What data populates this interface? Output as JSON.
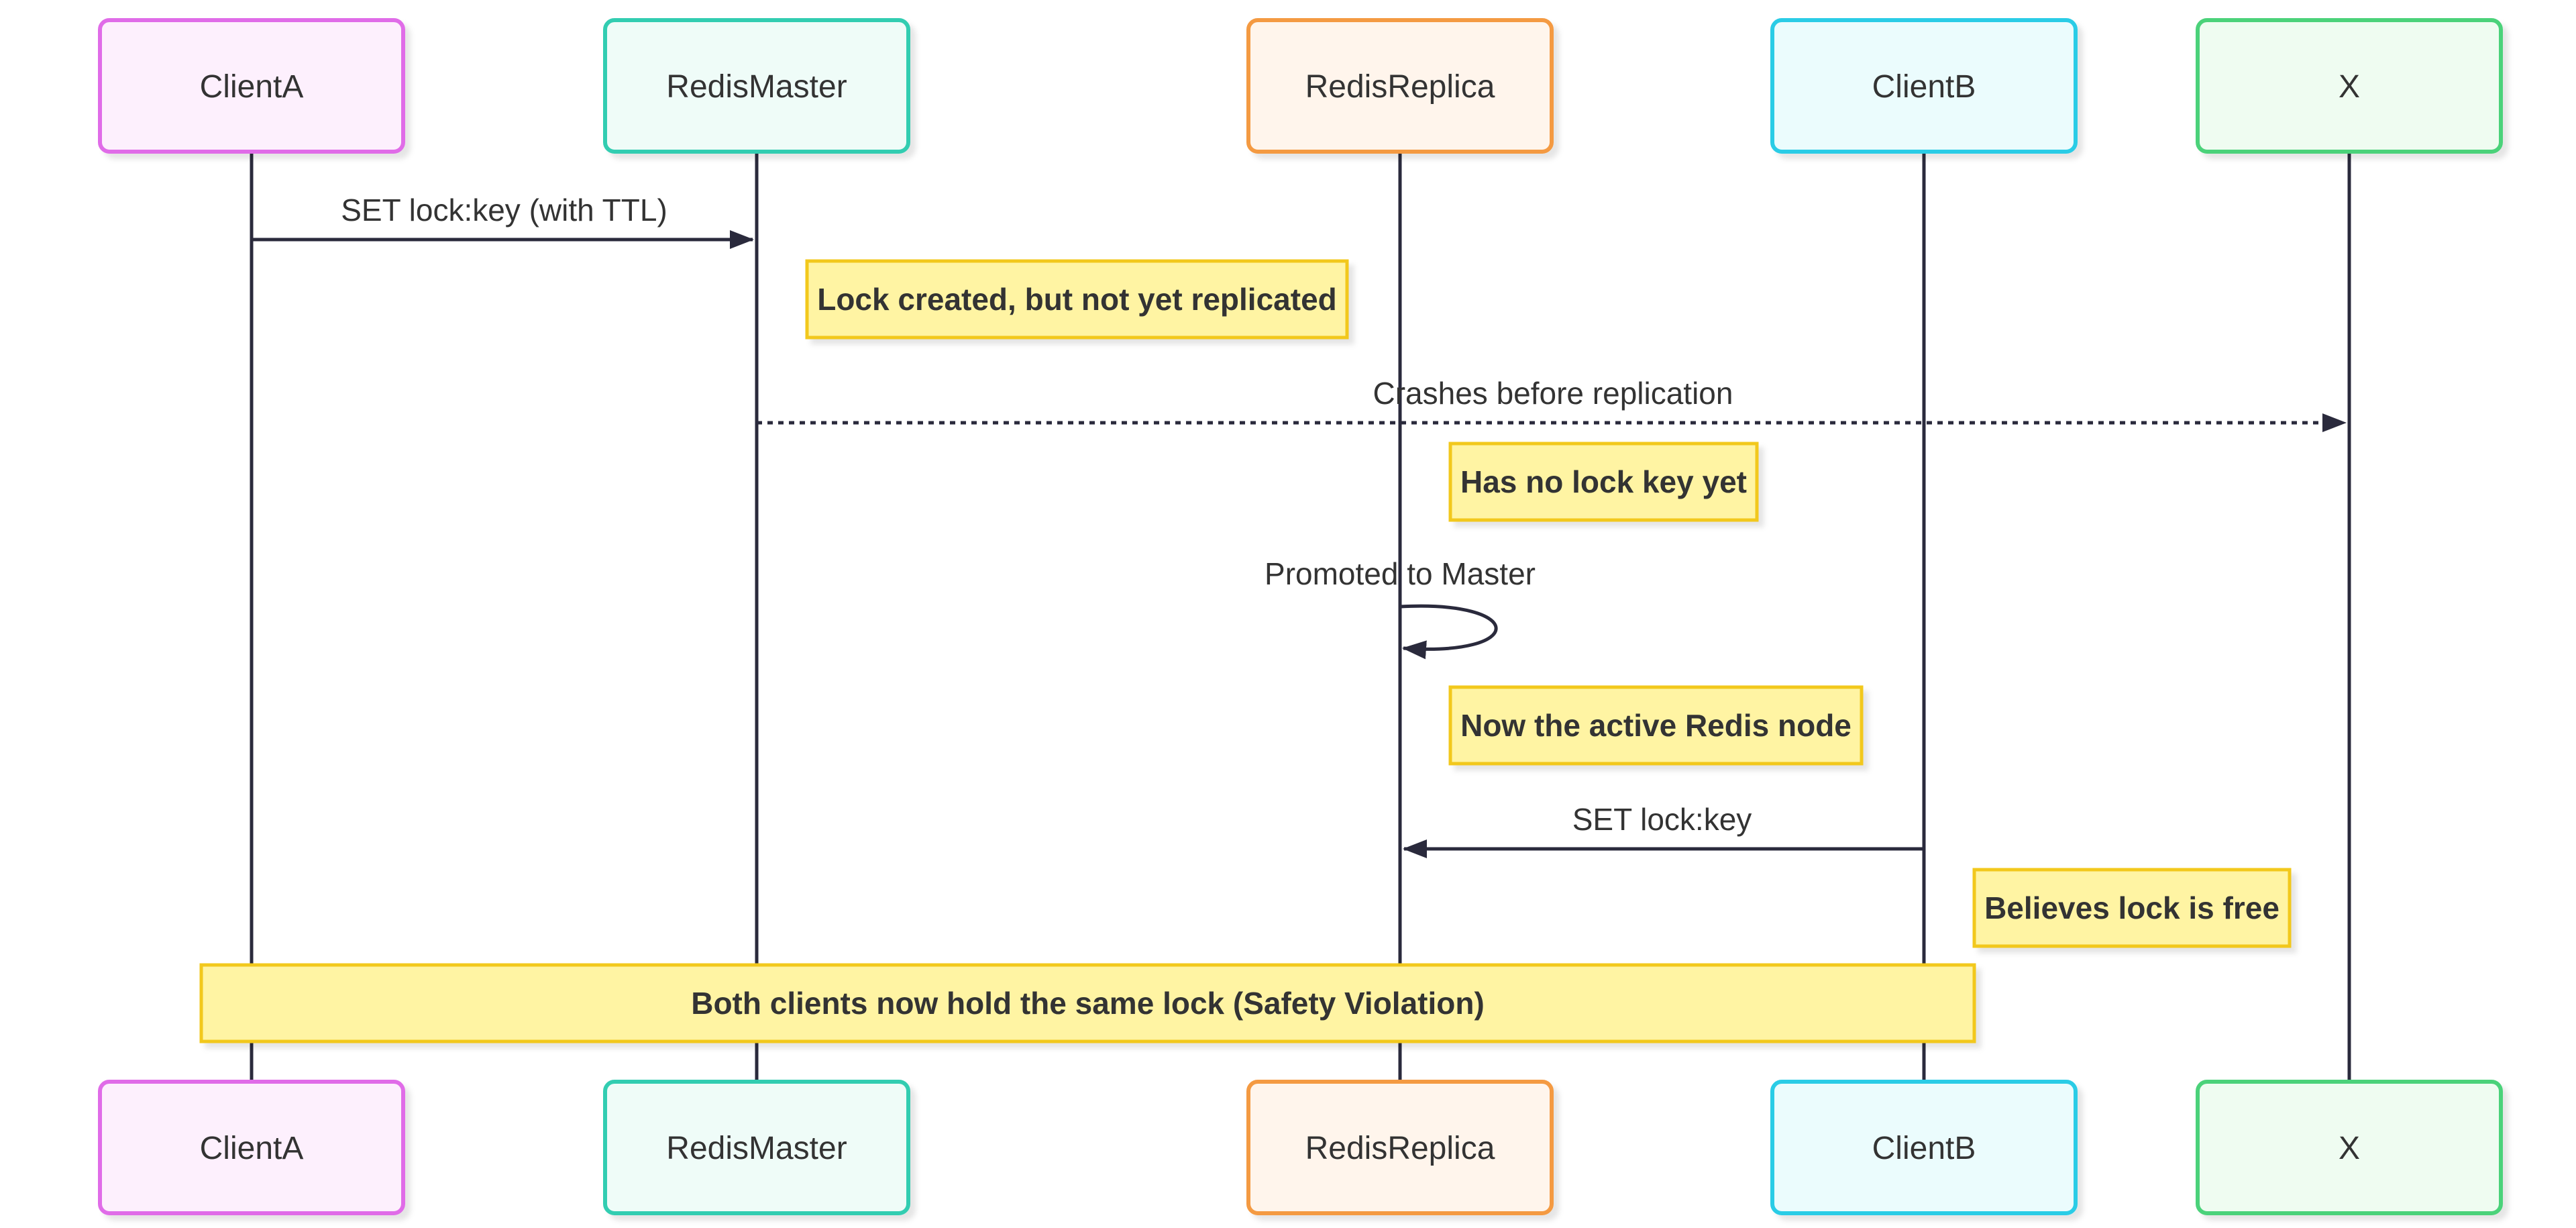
{
  "participants": [
    {
      "id": "ClientA",
      "label": "ClientA",
      "fill": "#fdf0fd",
      "stroke": "#e06ce8"
    },
    {
      "id": "RedisMaster",
      "label": "RedisMaster",
      "fill": "#effcf8",
      "stroke": "#33cdb1"
    },
    {
      "id": "RedisReplica",
      "label": "RedisReplica",
      "fill": "#fff5ec",
      "stroke": "#f49a42"
    },
    {
      "id": "ClientB",
      "label": "ClientB",
      "fill": "#ebfcfd",
      "stroke": "#2bcce6"
    },
    {
      "id": "X",
      "label": "X",
      "fill": "#effcf1",
      "stroke": "#4bd27a"
    }
  ],
  "messages": [
    {
      "from": "ClientA",
      "to": "RedisMaster",
      "label": "SET lock:key (with TTL)",
      "style": "solid"
    },
    {
      "note": "Lock created, but not yet replicated",
      "over": [
        "RedisMaster"
      ],
      "placement": "right"
    },
    {
      "from": "RedisMaster",
      "to": "X",
      "label": "Crashes before replication",
      "style": "dotted"
    },
    {
      "note": "Has no lock key yet",
      "over": [
        "RedisReplica"
      ],
      "placement": "right"
    },
    {
      "from": "RedisReplica",
      "to": "RedisReplica",
      "label": "Promoted to Master",
      "style": "solid"
    },
    {
      "note": "Now the active Redis node",
      "over": [
        "RedisReplica"
      ],
      "placement": "right"
    },
    {
      "from": "ClientB",
      "to": "RedisReplica",
      "label": "SET lock:key",
      "style": "solid"
    },
    {
      "note": "Believes lock is free",
      "over": [
        "ClientB"
      ],
      "placement": "right"
    },
    {
      "note": "Both clients now hold the same lock (Safety Violation)",
      "over": [
        "ClientA",
        "ClientB"
      ],
      "placement": "over"
    }
  ],
  "colors": {
    "line": "#2a2a3c",
    "note_fill": "#fff4a3",
    "note_stroke": "#f2c81e",
    "text": "#333333"
  }
}
